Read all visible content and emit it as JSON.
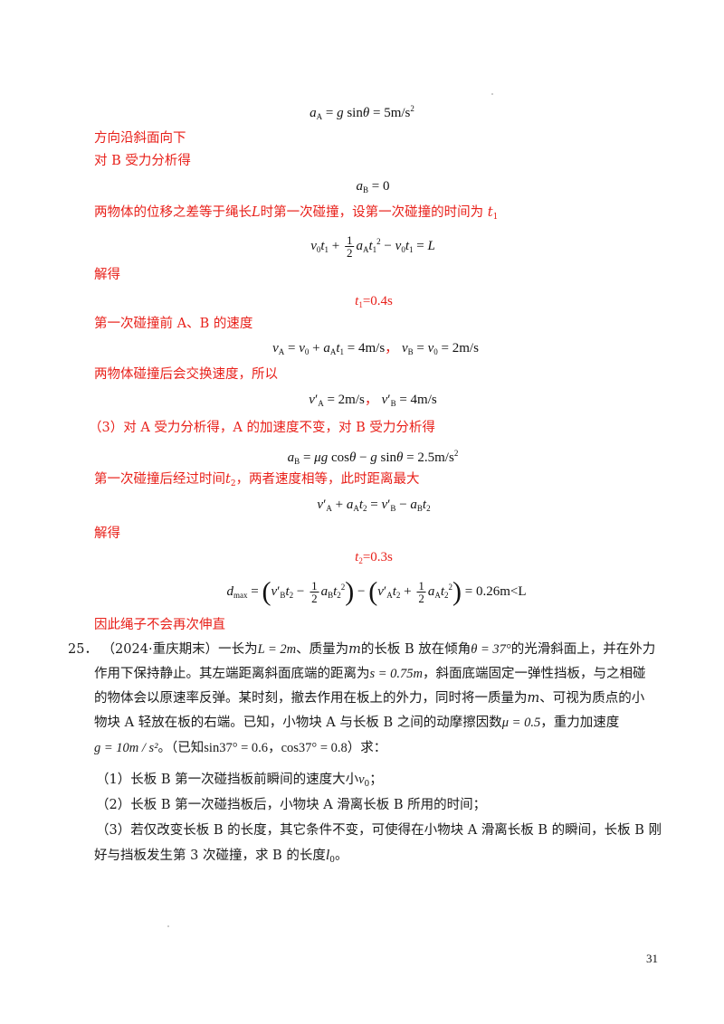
{
  "lines": {
    "l1": "方向沿斜面向下",
    "l2": "对 B 受力分析得",
    "l3a": "两物体的位移之差等于绳长",
    "l3b": "L",
    "l3c": "时第一次碰撞，设第一次碰撞的时间为",
    "l3d": "t",
    "l3e": "1",
    "l4": "解得",
    "l5": "第一次碰撞前 A、B 的速度",
    "l6": "两物体碰撞后会交换速度，所以",
    "l7": "（3）对 A 受力分析得，A 的加速度不变，对 B 受力分析得",
    "l8a": "第一次碰撞后经过时间",
    "l8b": "t",
    "l8c": "2",
    "l8d": "，两者速度相等，此时距离最大",
    "l9": "解得",
    "l10": "因此绳子不会再次伸直"
  },
  "results": {
    "t1": "t1=0.4s",
    "t2": "t2=0.3s"
  },
  "problem": {
    "number": "25．",
    "source": "（2024·重庆期末）",
    "p1a": "一长为",
    "L_eq": "L = 2m",
    "p1b": "、质量为",
    "m": "m",
    "p1c": "的长板 B 放在倾角",
    "theta_eq": "θ = 37°",
    "p1d": "的光滑斜面上，并在外力",
    "p2a": "作用下保持静止。其左端距离斜面底端的距离为",
    "s_eq": "s = 0.75m",
    "p2b": "，斜面底端固定一弹性挡板，与之相碰",
    "p3a": "的物体会以原速率反弹。某时刻，撤去作用在板上的外力，同时将一质量为",
    "p3b": "、可视为质点的小",
    "p4a": "物块 A 轻放在板的右端。已知，小物块 A 与长板 B 之间的动摩擦因数",
    "mu_eq": "μ = 0.5",
    "p4b": "，重力加速度",
    "g_eq": "g = 10m / s²",
    "p5a": "。（已知",
    "sin_eq": "sin37° = 0.6",
    "p5b": "，",
    "cos_eq": "cos37° = 0.8",
    "p5c": "）求：",
    "q1a": "（1）长板 B 第一次碰挡板前瞬间的速度大小",
    "q1b": "；",
    "q2": "（2）长板 B 第一次碰挡板后，小物块 A 滑离长板 B 所用的时间；",
    "q3a": "（3）若仅改变长板 B 的长度，其它条件不变，可使得在小物块 A 滑离长板 B 的瞬间，长板 B 刚",
    "q3b": "好与挡板发生第 3 次碰撞，求 B 的长度",
    "q3c": "。"
  },
  "page_number": "31"
}
